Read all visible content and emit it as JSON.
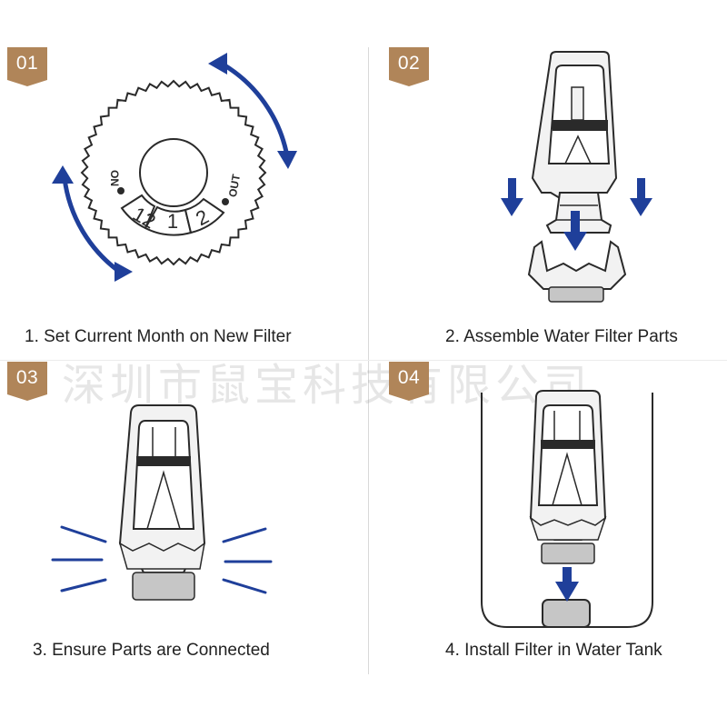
{
  "colors": {
    "badge": "#b08559",
    "arrow": "#1f3f9a",
    "outline": "#2a2a2a",
    "cap_gray": "#c6c6c6",
    "filter_body": "#f2f2f2"
  },
  "watermark": "深圳市鼠宝科技有限公司",
  "steps": [
    {
      "badge": "01",
      "caption": "1. Set Current Month on New Filter"
    },
    {
      "badge": "02",
      "caption": "2. Assemble Water Filter Parts"
    },
    {
      "badge": "03",
      "caption": "3. Ensure Parts are Connected"
    },
    {
      "badge": "04",
      "caption": "4. Install Filter in Water Tank"
    }
  ],
  "dial": {
    "left_label": "ON",
    "right_label": "OUT",
    "months": [
      "12",
      "1",
      "2"
    ]
  },
  "icons": {
    "rotate_arrows": "curved-rotate-arrows-icon",
    "down_arrow": "down-arrow-icon",
    "click_lines": "connected-click-lines-icon"
  }
}
